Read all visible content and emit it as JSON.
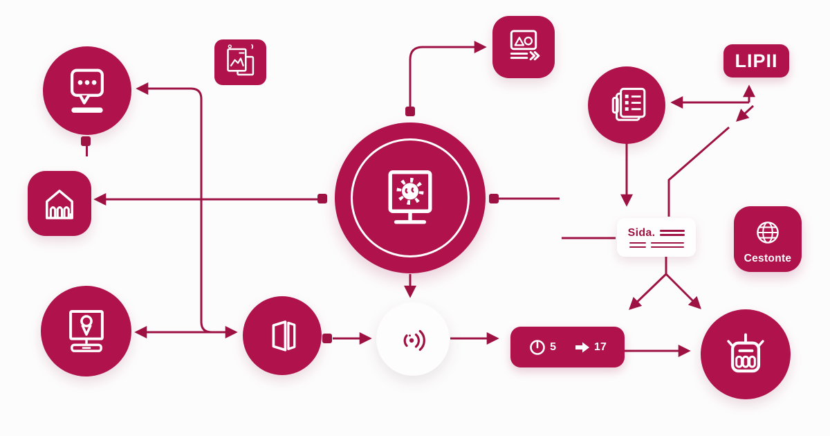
{
  "palette": {
    "crimson_fill": "#b0124c",
    "line_color": "#9e1243",
    "white": "#ffffff",
    "background": "#fdfcfc"
  },
  "nodes": {
    "chat": {
      "icon": "chat-bubble-icon"
    },
    "photos": {
      "icon": "photo-stack-icon"
    },
    "house": {
      "icon": "house-arches-icon"
    },
    "hub": {
      "icon": "monitor-gear-icon"
    },
    "presentation": {
      "icon": "slide-shapes-icon"
    },
    "documents": {
      "icon": "document-list-icon"
    },
    "lipii": {
      "label": "LIPII"
    },
    "sida": {
      "title": "Sida."
    },
    "cestonte": {
      "label": "Cestonte",
      "icon": "globe-icon"
    },
    "location": {
      "icon": "monitor-location-icon"
    },
    "book": {
      "icon": "open-book-icon"
    },
    "signal": {
      "icon": "broadcast-signal-icon"
    },
    "metrics": {
      "clock_value": "5",
      "flow_value": "17",
      "icons": [
        "clock-icon",
        "arrow-right-icon"
      ]
    },
    "robot": {
      "icon": "robot-icon"
    }
  }
}
